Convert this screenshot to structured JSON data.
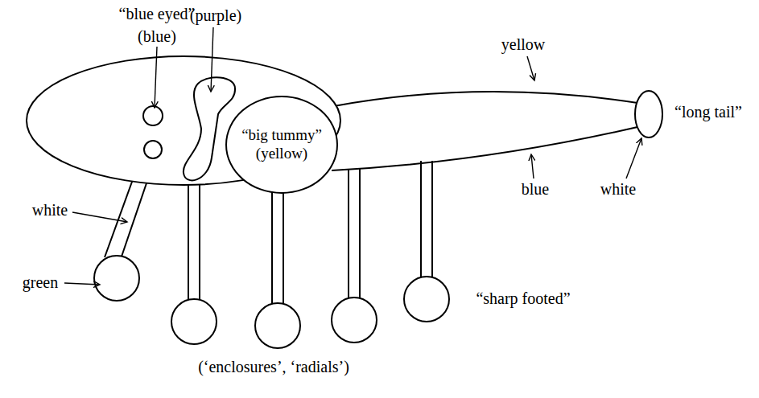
{
  "diagram": {
    "nodes": [
      {
        "text": [
          "“big tummy”",
          "(yellow)"
        ]
      }
    ],
    "labels": [
      "“blue eyed”",
      "(purple)",
      "(blue)",
      "yellow",
      "“long tail”",
      "white",
      "blue",
      "white",
      "green",
      "“sharp footed”",
      "(‘enclosures’, ‘radials’)"
    ]
  }
}
